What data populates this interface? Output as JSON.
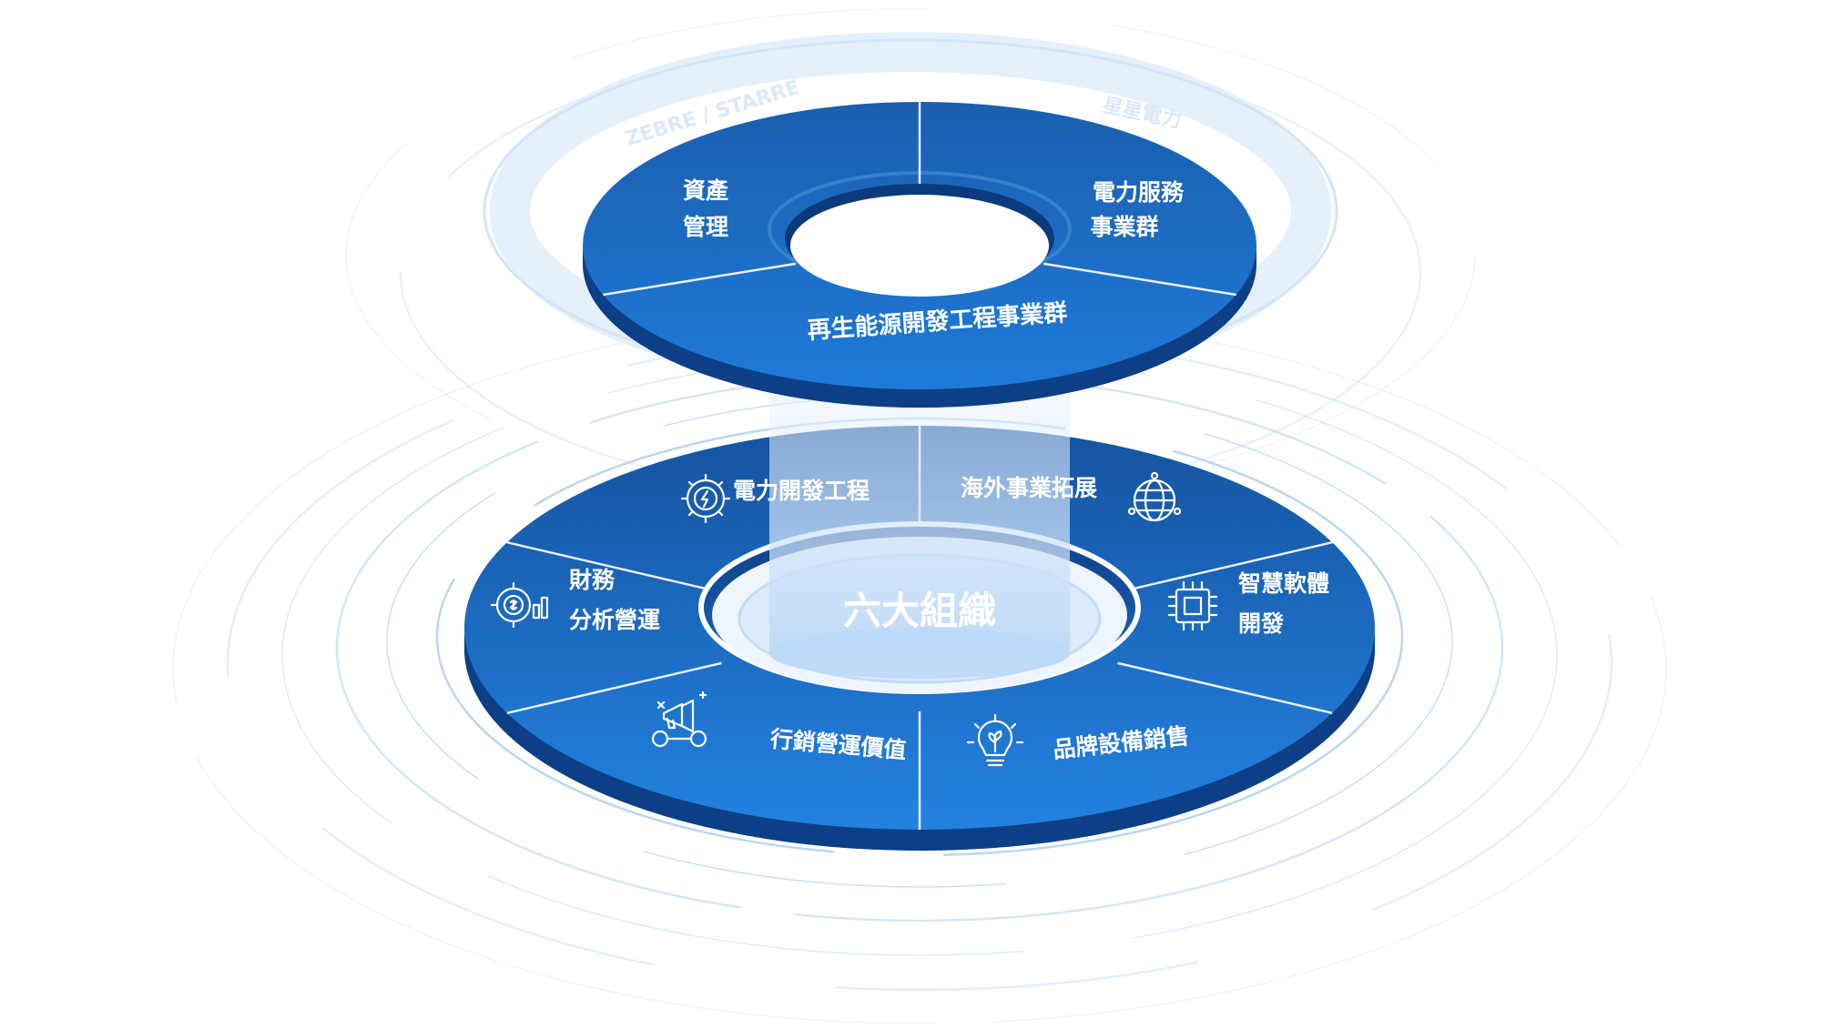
{
  "colors": {
    "primary": "#1464b8",
    "dark": "#0b3f8a",
    "light": "#2a86e0",
    "center_fill": "#a8ccf5",
    "ring_lines": "#b5d2ef"
  },
  "outer_ring": {
    "left_label": "ZEBRE / STARRE",
    "right_label": "星星電力"
  },
  "top_ring": {
    "segments": [
      {
        "line1": "資產",
        "line2": "管理"
      },
      {
        "line1": "電力服務",
        "line2": "事業群"
      },
      {
        "line1": "再生能源開發工程事業群",
        "line2": ""
      }
    ]
  },
  "bottom_ring": {
    "center_label": "六大組織",
    "segments": [
      {
        "line1": "電力開發工程",
        "line2": "",
        "icon": "lightning-gear-icon"
      },
      {
        "line1": "海外事業拓展",
        "line2": "",
        "icon": "globe-network-icon"
      },
      {
        "line1": "智慧軟體",
        "line2": "開發",
        "icon": "chip-icon"
      },
      {
        "line1": "品牌設備銷售",
        "line2": "",
        "icon": "lightbulb-leaf-icon"
      },
      {
        "line1": "行銷營運價值",
        "line2": "",
        "icon": "megaphone-icon"
      },
      {
        "line1": "財務",
        "line2": "分析營運",
        "icon": "finance-gear-icon"
      }
    ]
  }
}
